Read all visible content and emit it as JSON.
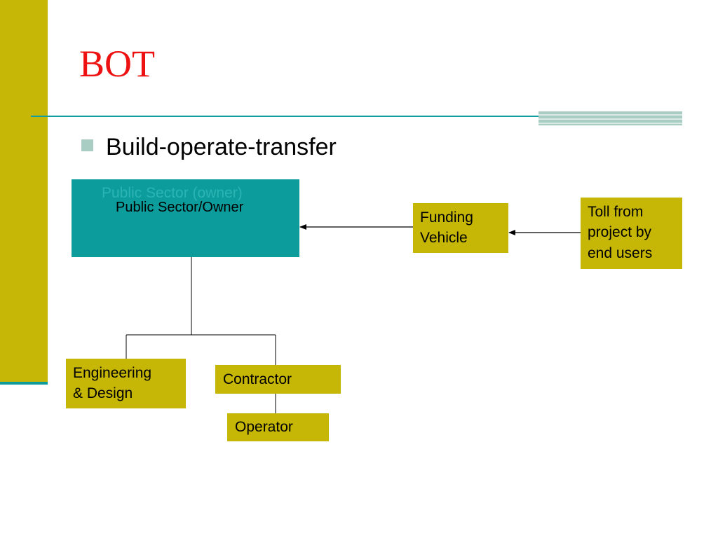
{
  "slide": {
    "title": "BOT",
    "bullet": "Build-operate-transfer"
  },
  "diagram": {
    "owner": {
      "label": "Public Sector/Owner",
      "overlapped_label": "Public Sector (owner)"
    },
    "funding_vehicle": "Funding\nVehicle",
    "toll": "Toll from\nproject by\nend users",
    "engineering": "Engineering\n& Design",
    "contractor": "Contractor",
    "operator": "Operator"
  },
  "colors": {
    "accent_gold": "#c6b606",
    "accent_teal": "#0c9c9c",
    "title_red": "#ee1111",
    "bullet_sage": "#a9cdc2"
  }
}
